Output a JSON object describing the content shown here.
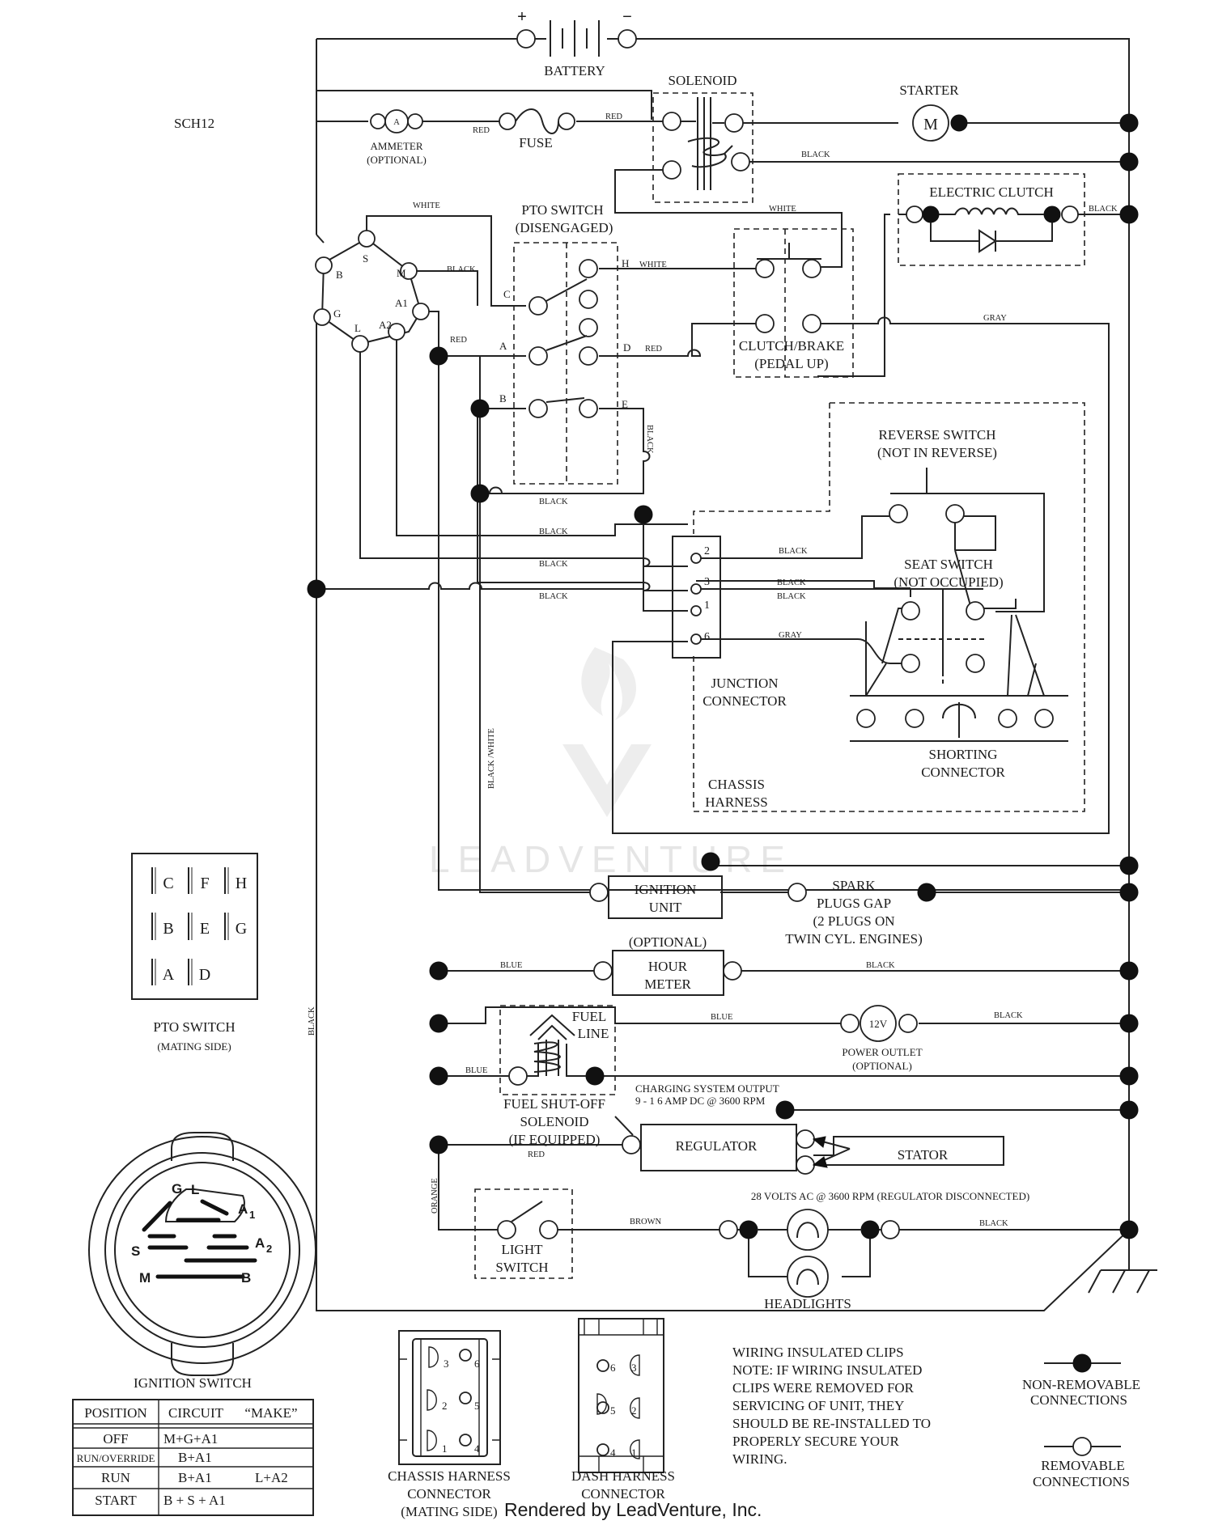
{
  "schematic_id": "SCH12",
  "components": {
    "battery": "BATTERY",
    "battery_plus": "+",
    "battery_minus": "−",
    "solenoid": "SOLENOID",
    "starter": "STARTER",
    "starter_symbol": "M",
    "ammeter": "AMMETER",
    "ammeter_note": "(OPTIONAL)",
    "ammeter_symbol": "A",
    "fuse": "FUSE",
    "electric_clutch": "ELECTRIC CLUTCH",
    "pto_switch": "PTO SWITCH",
    "pto_switch_state": "(DISENGAGED)",
    "clutch_brake": "CLUTCH/BRAKE",
    "clutch_brake_state": "(PEDAL UP)",
    "reverse_switch": "REVERSE SWITCH",
    "reverse_switch_state": "(NOT IN REVERSE)",
    "seat_switch": "SEAT SWITCH",
    "seat_switch_state": "(NOT OCCUPIED)",
    "junction_connector_1": "JUNCTION",
    "junction_connector_2": "CONNECTOR",
    "shorting_connector_1": "SHORTING",
    "shorting_connector_2": "CONNECTOR",
    "chassis_harness_1": "CHASSIS",
    "chassis_harness_2": "HARNESS",
    "ignition_unit_1": "IGNITION",
    "ignition_unit_2": "UNIT",
    "spark_plugs_1": "SPARK",
    "spark_plugs_2": "PLUGS GAP",
    "spark_plugs_3": "(2 PLUGS ON",
    "spark_plugs_4": "TWIN CYL. ENGINES)",
    "hour_meter_optional": "(OPTIONAL)",
    "hour_meter_1": "HOUR",
    "hour_meter_2": "METER",
    "fuel_line_1": "FUEL",
    "fuel_line_2": "LINE",
    "power_outlet_symbol": "12V",
    "power_outlet": "POWER OUTLET",
    "power_outlet_note": "(OPTIONAL)",
    "fuel_solenoid_1": "FUEL SHUT-OFF",
    "fuel_solenoid_2": "SOLENOID",
    "fuel_solenoid_3": "(IF EQUIPPED)",
    "charging_1": "CHARGING SYSTEM OUTPUT",
    "charging_2": "9 - 1 6 AMP DC @ 3600 RPM",
    "regulator": "REGULATOR",
    "stator": "STATOR",
    "stator_volts": "28 VOLTS AC @ 3600 RPM (REGULATOR DISCONNECTED)",
    "light_switch_1": "LIGHT",
    "light_switch_2": "SWITCH",
    "headlights": "HEADLIGHTS"
  },
  "wires": {
    "red": "RED",
    "black": "BLACK",
    "white": "WHITE",
    "gray": "GRAY",
    "blue": "BLUE",
    "orange": "ORANGE",
    "brown": "BROWN",
    "black_white": "BLACK /WHITE"
  },
  "ignition_terminals": {
    "s": "S",
    "b": "B",
    "m": "M",
    "g": "G",
    "a1": "A1",
    "l": "L",
    "a2": "A2"
  },
  "pto_terminals": {
    "c": "C",
    "h": "H",
    "a": "A",
    "d": "D",
    "b": "B",
    "e": "E"
  },
  "junction_pins": [
    "2",
    "3",
    "1",
    "6"
  ],
  "pto_mating": {
    "letters": [
      "C",
      "F",
      "H",
      "B",
      "E",
      "G",
      "A",
      "D"
    ],
    "title": "PTO SWITCH",
    "subtitle": "(MATING SIDE)"
  },
  "ignition_face": {
    "letters": [
      "G",
      "L",
      "A",
      "1",
      "S",
      "A",
      "2",
      "M",
      "B"
    ],
    "title": "IGNITION SWITCH"
  },
  "ignition_table": {
    "headers": [
      "POSITION",
      "CIRCUIT",
      "“MAKE”"
    ],
    "rows": [
      [
        "OFF",
        "M+G+A1",
        ""
      ],
      [
        "RUN/OVERRIDE",
        "B+A1",
        ""
      ],
      [
        "RUN",
        "B+A1",
        "L+A2"
      ],
      [
        "START",
        "B + S + A1",
        ""
      ]
    ]
  },
  "chassis_connector": {
    "pins": [
      "3",
      "6",
      "2",
      "5",
      "1",
      "4"
    ],
    "title_1": "CHASSIS HARNESS",
    "title_2": "CONNECTOR",
    "title_3": "(MATING SIDE)"
  },
  "dash_connector": {
    "pins": [
      "6",
      "3",
      "5",
      "2",
      "4",
      "1"
    ],
    "title_1": "DASH HARNESS",
    "title_2": "CONNECTOR"
  },
  "note_lines": [
    "WIRING INSULATED CLIPS",
    "NOTE:  IF WIRING INSULATED",
    "CLIPS WERE REMOVED FOR",
    "SERVICING OF UNIT, THEY",
    "SHOULD BE RE-INSTALLED TO",
    "PROPERLY SECURE YOUR",
    "WIRING."
  ],
  "legend": {
    "non_removable_1": "NON-REMOVABLE",
    "non_removable_2": "CONNECTIONS",
    "removable_1": "REMOVABLE",
    "removable_2": "CONNECTIONS"
  },
  "watermark": "LEADVENTURE",
  "credit": "Rendered by LeadVenture, Inc."
}
